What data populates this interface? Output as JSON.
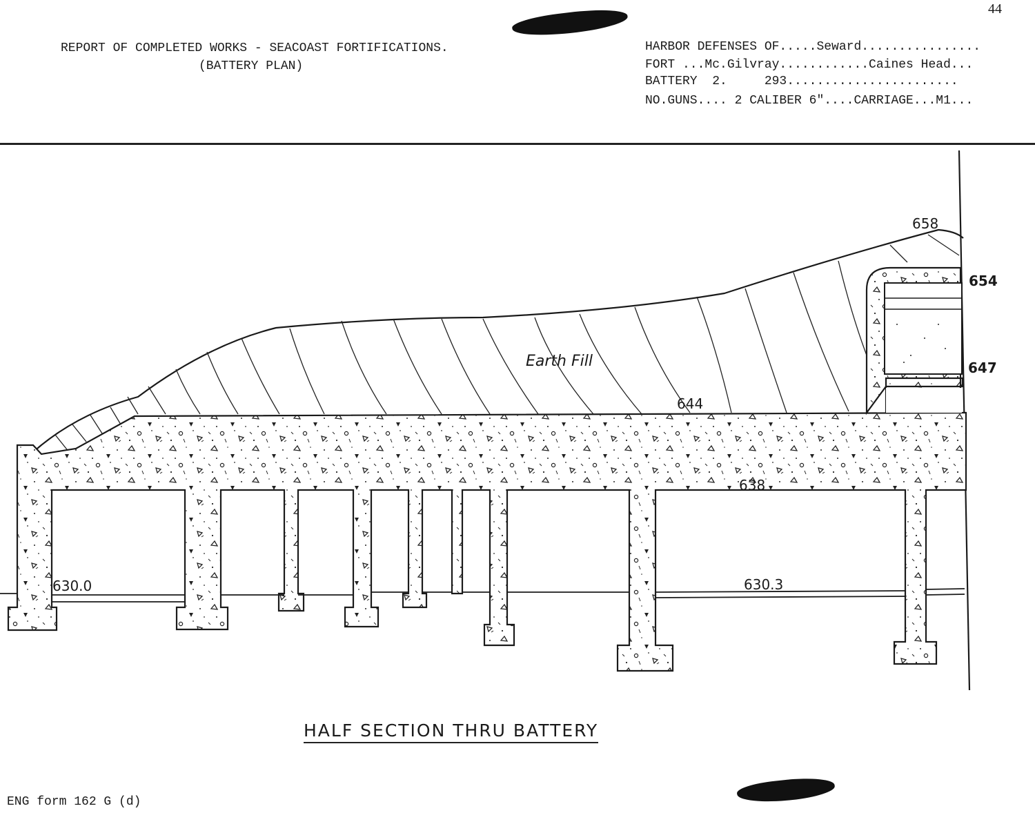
{
  "page_number": "44",
  "header": {
    "title": "REPORT OF COMPLETED WORKS - SEACOAST FORTIFICATIONS.",
    "subtitle": "(BATTERY PLAN)",
    "harbor_line": "HARBOR DEFENSES OF.....Seward................",
    "fort_line": "FORT ...Mc.Gilvray............Caines Head...",
    "battery_line": "BATTERY  2.     293.......................",
    "guns_line": "NO.GUNS.... 2 CALIBER 6\"....CARRIAGE...M1..."
  },
  "drawing": {
    "fill_label": "Earth Fill",
    "elevations": {
      "crest": "658",
      "top_right": "654",
      "mid_right": "647",
      "top_slab": "644",
      "ceiling": "638",
      "floor_left": "630.0",
      "floor_right": "630.3"
    }
  },
  "caption": "HALF SECTION THRU BATTERY",
  "footer": {
    "form_id": "ENG form 162 G (d)"
  },
  "colors": {
    "ink": "#1a1a1a",
    "paper": "#ffffff",
    "redaction": "#111111"
  }
}
